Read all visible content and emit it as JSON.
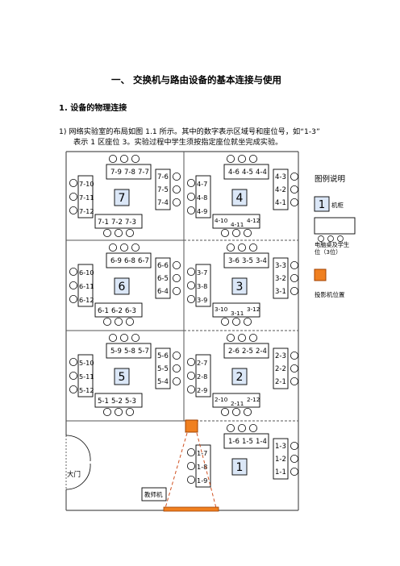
{
  "heading": "一、    交换机与路由设备的基本连接与使用",
  "subheading": "1.    设备的物理连接",
  "para_line1": "1)    网络实验室的布局如图 1.1 所示。其中的数字表示区域号和座位号，如“1-3”",
  "para_line2": "表示 1 区座位 3。实验过程中学生须按指定座位就坐完成实验。",
  "legend": {
    "title": "图例说明",
    "cabinet_num": "1",
    "cabinet_label": "机柜",
    "desk_label": "电脑桌及学生位（3位）",
    "projector_label": "投影机位置"
  },
  "door_label": "大门",
  "teacher_label": "教师机",
  "zones": [
    {
      "num": "7",
      "top": [
        "7-9",
        "7-8",
        "7-7"
      ],
      "right": [
        "7-6",
        "7-5",
        "7-4"
      ],
      "left": [
        "7-10",
        "7-11",
        "7-12"
      ],
      "bottom": [
        "7-1",
        "7-2",
        "7-3"
      ]
    },
    {
      "num": "4",
      "top": [
        "4-6",
        "4-5",
        "4-4"
      ],
      "right": [
        "4-3",
        "4-2",
        "4-1"
      ],
      "left": [
        "4-7",
        "4-8",
        "4-9"
      ],
      "bottom": [
        "4-10",
        "4-11",
        "4-12"
      ]
    },
    {
      "num": "6",
      "top": [
        "6-9",
        "6-8",
        "6-7"
      ],
      "right": [
        "6-6",
        "6-5",
        "6-4"
      ],
      "left": [
        "6-10",
        "6-11",
        "6-12"
      ],
      "bottom": [
        "6-1",
        "6-2",
        "6-3"
      ]
    },
    {
      "num": "3",
      "top": [
        "3-6",
        "3-5",
        "3-4"
      ],
      "right": [
        "3-3",
        "3-2",
        "3-1"
      ],
      "left": [
        "3-7",
        "3-8",
        "3-9"
      ],
      "bottom": [
        "3-10",
        "3-11",
        "3-12"
      ]
    },
    {
      "num": "5",
      "top": [
        "5-9",
        "5-8",
        "5-7"
      ],
      "right": [
        "5-6",
        "5-5",
        "5-4"
      ],
      "left": [
        "5-10",
        "5-11",
        "5-12"
      ],
      "bottom": [
        "5-1",
        "5-2",
        "5-3"
      ]
    },
    {
      "num": "2",
      "top": [
        "2-6",
        "2-5",
        "2-4"
      ],
      "right": [
        "2-3",
        "2-2",
        "2-1"
      ],
      "left": [
        "2-7",
        "2-8",
        "2-9"
      ],
      "bottom": [
        "2-10",
        "2-11",
        "2-12"
      ]
    },
    {
      "num": "1",
      "top": [
        "1-6",
        "1-5",
        "1-4"
      ],
      "right": [
        "1-3",
        "1-2",
        "1-1"
      ],
      "left": [
        "1-7",
        "1-8",
        "1-9"
      ],
      "bottom": []
    }
  ],
  "colors": {
    "cabinet_fill": "#dbe7f7",
    "projector_fill": "#f08020",
    "projector_border": "#a04000",
    "beam": "#d05020",
    "wall": "#555555"
  }
}
